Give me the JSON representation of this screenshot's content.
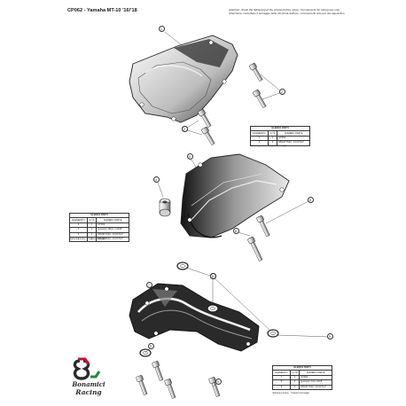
{
  "header": {
    "title": "CP062 - Yamaha MT-10 '16/'18",
    "attention_en": "Attention: check the tightening of the screws before using - Components for racing use only",
    "attention_it": "Attenzione: controllare il serraggio delle viti prima dell'uso - Componenti solo per uso agonistico"
  },
  "tables": {
    "top": {
      "caption": "ELENCO PARTI",
      "headers": [
        "ELEMENTO",
        "Q.TÀ",
        "NUMERO PARTE"
      ],
      "rows": [
        [
          "1",
          "1",
          "CP062"
        ],
        [
          "2",
          "4",
          "M6x20 TCEI - 10.00 Nm*"
        ]
      ],
      "note": "*tightening torque - *coppia di serraggio"
    },
    "middle": {
      "caption": "ELENCO PARTI",
      "headers": [
        "ELEMENTO",
        "Q.TÀ",
        "NUMERO PARTE"
      ],
      "rows": [
        [
          "3",
          "1",
          "CP063"
        ],
        [
          "4",
          "1",
          "spessore 18mm m10x8"
        ],
        [
          "5",
          "1",
          "M6x30 TCEI - 10.00 Nm*"
        ],
        [
          "6",
          "1",
          "M6x40 TCEI - 10.00 Nm*"
        ]
      ],
      "note": "*tightening torque - *coppia di serraggio"
    },
    "bottom": {
      "caption": "ELENCO PARTI",
      "headers": [
        "ELEMENTO",
        "Q.TÀ",
        "NUMERO PARTE"
      ],
      "rows": [
        [
          "7",
          "1",
          "CP064"
        ],
        [
          "8",
          "4",
          "spessore 1mm m6x8"
        ],
        [
          "9",
          "4",
          "M6x30 TCEI - 10.00 Nm*"
        ]
      ],
      "note": "*tightening torque - *coppia di serraggio"
    }
  },
  "callouts": {
    "labels": [
      "1",
      "2",
      "2",
      "2",
      "3",
      "4",
      "5",
      "6",
      "7",
      "8",
      "9",
      "9",
      "9",
      "8",
      "9",
      "8"
    ]
  },
  "logo": {
    "line1": "Bonamici",
    "line2": "Racing",
    "colors": {
      "red": "#c8102e",
      "green": "#1e8a3c",
      "dark": "#2a2a2a"
    }
  }
}
